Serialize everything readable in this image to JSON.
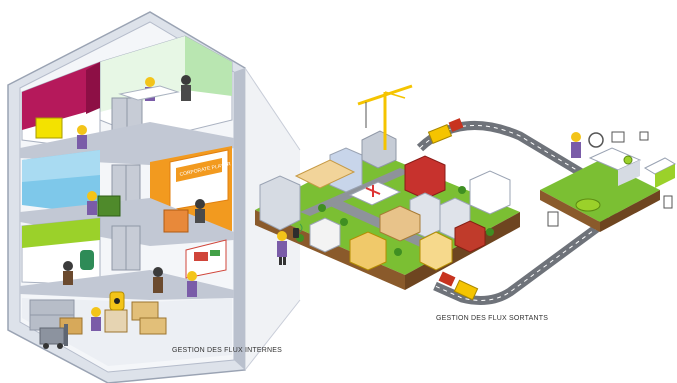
{
  "captions": {
    "internal": "GESTION DES FLUX INTERNES",
    "external": "GESTION DES FLUX SORTANTS"
  },
  "signs": {
    "office_sign": "CORPORATE PLAYER"
  },
  "colors": {
    "building_frame": "#c8cdd8",
    "floor_magenta": "#b5195b",
    "floor_cyan": "#7ec8ea",
    "floor_orange": "#f29a1f",
    "floor_lime": "#9bd12a",
    "ground_green": "#7bbf33",
    "road": "#6f737a",
    "truck_yellow": "#f5c400",
    "truck_red": "#c7331f",
    "worker_vest": "#7a5ca8",
    "helmet": "#f3c419"
  },
  "icons": [
    "building-cutaway",
    "city-isometric",
    "depot-island",
    "tower-crane",
    "delivery-truck",
    "worker-figure",
    "mobile-terminal-icon",
    "forklift-icon",
    "radioactive-drum-icon"
  ]
}
